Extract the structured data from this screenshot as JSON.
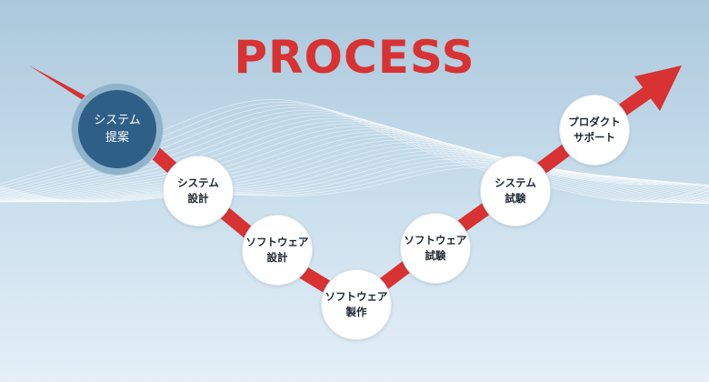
{
  "title": "PROCESS",
  "colors": {
    "title": "#d83232",
    "arrow": "#d83232",
    "active_fill": "#2e5f86",
    "active_text": "#ffffff",
    "step_fill": "#ffffff",
    "step_text": "#1f2730"
  },
  "steps": [
    {
      "line1": "システム",
      "line2": "提案",
      "active": true
    },
    {
      "line1": "システム",
      "line2": "設計"
    },
    {
      "line1": "ソフトウェア",
      "line2": "設計"
    },
    {
      "line1": "ソフトウェア",
      "line2": "製作"
    },
    {
      "line1": "ソフトウェア",
      "line2": "試験"
    },
    {
      "line1": "システム",
      "line2": "試験"
    },
    {
      "line1": "プロダクト",
      "line2": "サポート"
    }
  ]
}
